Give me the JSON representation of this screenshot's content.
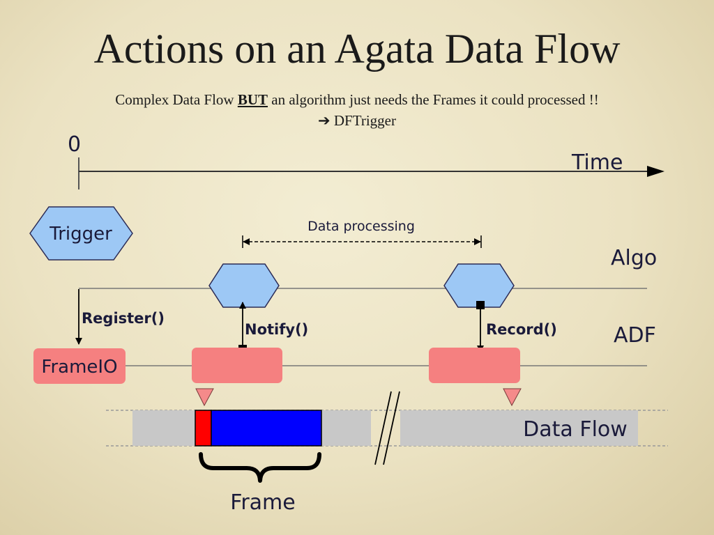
{
  "slide": {
    "title": "Actions on an Agata Data Flow",
    "subtitle_pre": "Complex Data Flow ",
    "subtitle_emph": "BUT",
    "subtitle_post": " an algorithm just needs the Frames it could processed !!",
    "subtitle_line2_arrow": "➔",
    "subtitle_line2": " DFTrigger"
  },
  "diagram": {
    "zero_label": "0",
    "time_label": "Time",
    "trigger_label": "Trigger",
    "data_processing_label": "Data processing",
    "algo_label": "Algo",
    "adf_label": "ADF",
    "register_label": "Register()",
    "notify_label": "Notify()",
    "record_label": "Record()",
    "frameio_label": "FrameIO",
    "data_flow_label": "Data Flow",
    "frame_label": "Frame",
    "colors": {
      "hexagon_fill": "#9dc8f5",
      "box_fill": "#f58080",
      "frame_red": "#ff0000",
      "frame_blue": "#0000ff",
      "flow_gray": "#c8c8c8"
    }
  }
}
